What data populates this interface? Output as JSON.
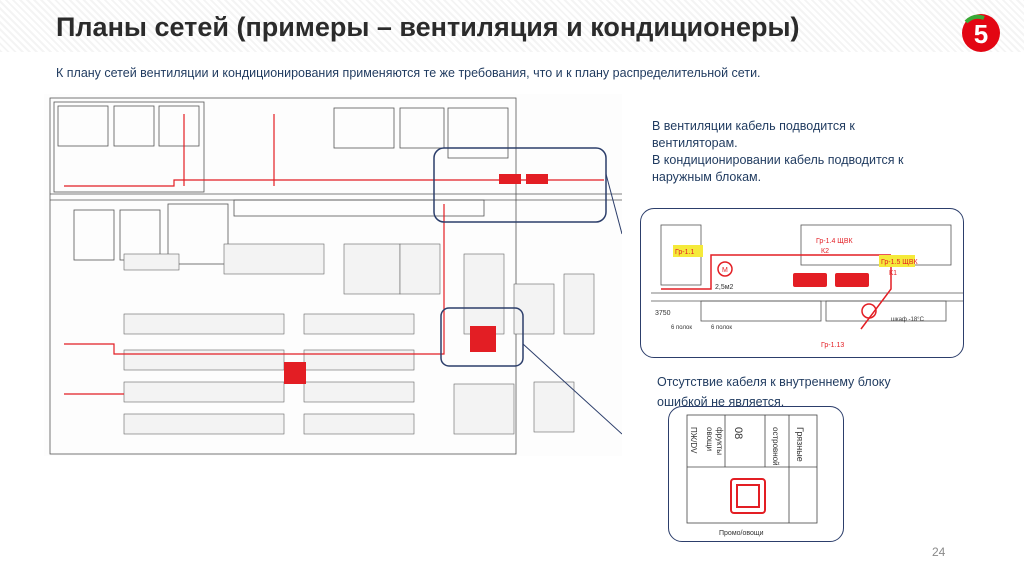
{
  "slide": {
    "title": "Планы сетей (примеры – вентиляция и кондиционеры)",
    "subtitle": "К плану сетей вентиляции и кондиционирования применяются те же требования, что и к плану распределительной сети.",
    "page_number": "24"
  },
  "logo": {
    "text": "5",
    "color": "#e30613",
    "accent": "#3aa935"
  },
  "notes": {
    "ventilation_line1": "В вентиляции кабель подводится к",
    "ventilation_line2": "вентиляторам.",
    "ac_line1": "В кондиционировании кабель подводится к",
    "ac_line2": "наружным блокам.",
    "indoor_line1": "Отсутствие кабеля к внутреннему блоку",
    "indoor_line2": "ошибкой не является."
  },
  "zoom_top": {
    "label_gr14": "Гр-1.4 ЩВК",
    "label_k2": "К2",
    "label_gr15": "Гр-1.5 ЩВК",
    "label_k1": "К1",
    "label_gr11": "Гр-1.1",
    "label_m": "М",
    "label_area": "2,5м2",
    "label_dim": "3750",
    "label_section1": "6 полок",
    "label_section2": "6 полок",
    "label_shkaf": "шкаф -18°С",
    "label_gr113": "Гр-1.13"
  },
  "zoom_bottom": {
    "label_pzh": "ПЖ/DV",
    "label_ovoshi": "овощи",
    "label_frukty": "фрукты",
    "label_80": "08",
    "label_ostrovnoy": "островной",
    "label_gryaznye": "Грязные",
    "label_promo": "Промо/овощи"
  },
  "colors": {
    "cable": "#e31e24",
    "callout_border": "#2c3e6b",
    "highlight": "#f5ea3a",
    "plan_line": "#555555"
  }
}
